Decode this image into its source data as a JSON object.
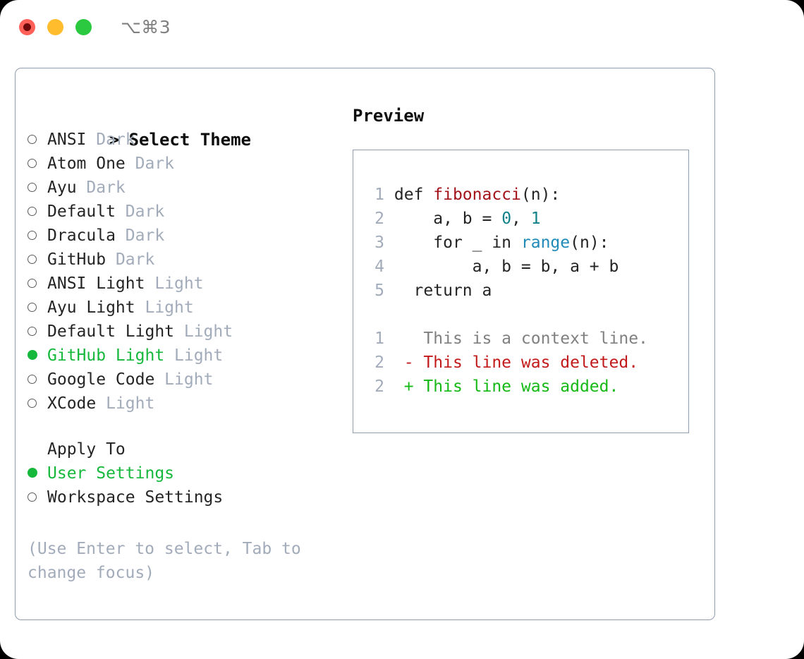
{
  "window": {
    "shortcut": "⌥⌘3",
    "traffic_lights": [
      {
        "name": "close",
        "color": "#ff6058"
      },
      {
        "name": "minimize",
        "color": "#ffbd2e"
      },
      {
        "name": "zoom",
        "color": "#2ac940"
      }
    ]
  },
  "theme_selector": {
    "header_caret": ">",
    "header": "Select Theme",
    "items": [
      {
        "name": "ANSI",
        "kind": "Dark",
        "selected": false
      },
      {
        "name": "Atom One",
        "kind": "Dark",
        "selected": false
      },
      {
        "name": "Ayu",
        "kind": "Dark",
        "selected": false
      },
      {
        "name": "Default",
        "kind": "Dark",
        "selected": false
      },
      {
        "name": "Dracula",
        "kind": "Dark",
        "selected": false
      },
      {
        "name": "GitHub",
        "kind": "Dark",
        "selected": false
      },
      {
        "name": "ANSI Light",
        "kind": "Light",
        "selected": false
      },
      {
        "name": "Ayu Light",
        "kind": "Light",
        "selected": false
      },
      {
        "name": "Default Light",
        "kind": "Light",
        "selected": false
      },
      {
        "name": "GitHub Light",
        "kind": "Light",
        "selected": true
      },
      {
        "name": "Google Code",
        "kind": "Light",
        "selected": false
      },
      {
        "name": "XCode",
        "kind": "Light",
        "selected": false
      }
    ]
  },
  "apply_to": {
    "label": "Apply To",
    "options": [
      {
        "name": "User Settings",
        "selected": true
      },
      {
        "name": "Workspace Settings",
        "selected": false
      }
    ]
  },
  "hint": "(Use Enter to select, Tab to change focus)",
  "preview": {
    "title": "Preview",
    "code_lines": [
      {
        "num": "1",
        "tokens": [
          {
            "t": "def ",
            "c": "tok-def"
          },
          {
            "t": "fibonacci",
            "c": "tok-fn"
          },
          {
            "t": "(n):",
            "c": "tok-punc"
          }
        ]
      },
      {
        "num": "2",
        "tokens": [
          {
            "t": "    a, b = ",
            "c": "tok-def"
          },
          {
            "t": "0",
            "c": "tok-num"
          },
          {
            "t": ", ",
            "c": "tok-punc"
          },
          {
            "t": "1",
            "c": "tok-num"
          }
        ]
      },
      {
        "num": "3",
        "tokens": [
          {
            "t": "    for _ in ",
            "c": "tok-def"
          },
          {
            "t": "range",
            "c": "tok-call"
          },
          {
            "t": "(n):",
            "c": "tok-punc"
          }
        ]
      },
      {
        "num": "4",
        "tokens": [
          {
            "t": "        a, b = b, a + b",
            "c": "tok-def"
          }
        ]
      },
      {
        "num": "5",
        "tokens": [
          {
            "t": "  return a",
            "c": "tok-def"
          }
        ]
      }
    ],
    "diff_lines": [
      {
        "num": "1",
        "sign": "  ",
        "text": "This is a context line.",
        "c": "diff-ctx"
      },
      {
        "num": "2",
        "sign": "- ",
        "text": "This line was deleted.",
        "c": "diff-del"
      },
      {
        "num": "2",
        "sign": "+ ",
        "text": "This line was added.",
        "c": "diff-add"
      }
    ]
  },
  "colors": {
    "selected_green": "#16b83c",
    "muted": "#a2abba",
    "border": "#8f9cad",
    "function_red": "#a3131a",
    "number_teal": "#10818a",
    "call_blue": "#1f8ab8",
    "diff_delete": "#c21a1a",
    "diff_add": "#15b915"
  }
}
